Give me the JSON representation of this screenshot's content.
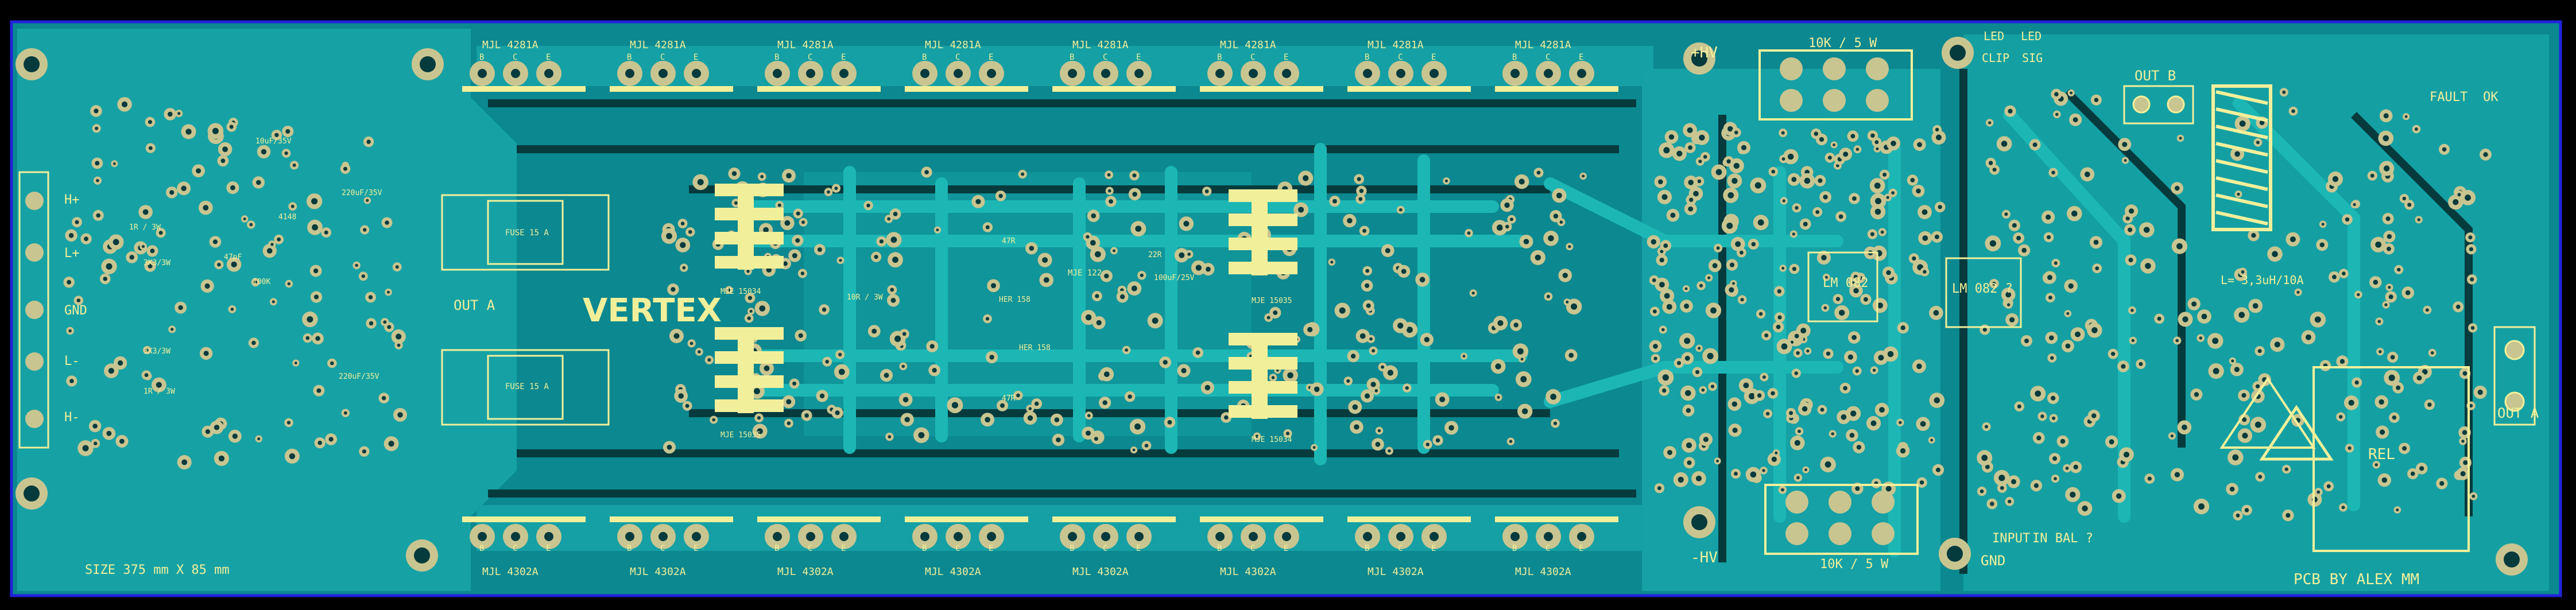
{
  "board": {
    "title": "VERTEX",
    "size_note": "SIZE 375 mm X 85 mm",
    "credit": "PCB BY ALEX MM",
    "fuses": [
      "FUSE 15 A",
      "FUSE 15 A"
    ],
    "out_a_center": "OUT A",
    "out_b": "OUT B",
    "out_a_right": "OUT A",
    "rel": "REL",
    "pos_hv": "+HV",
    "neg_hv": "-HV",
    "res_top": "10K / 5 W",
    "res_bottom": "10K / 5 W",
    "led_top": [
      "LED",
      "LED"
    ],
    "led_bottom": [
      "CLIP",
      "SIG"
    ],
    "fault": "FAULT",
    "ok": "OK",
    "inductor": "L= 3,3uH/10A",
    "input": "INPUT",
    "in_bal": "IN BAL ?",
    "gnd": "GND",
    "left_terminals": [
      "H+",
      "L+",
      "GND",
      "L-",
      "H-"
    ],
    "op_amps": [
      "LM 082",
      "LM 082 ?"
    ],
    "heatsinks_left": [
      "MJE 15034",
      "MJE 15035"
    ],
    "heatsinks_right": [
      "MJE 15035",
      "MJE 15034"
    ],
    "driver_labels": [
      "MJE 122",
      "HER 158",
      "HER 158"
    ],
    "top_transistors": [
      "MJL 4281A",
      "MJL 4281A",
      "MJL 4281A",
      "MJL 4281A",
      "MJL 4281A",
      "MJL 4281A",
      "MJL 4281A",
      "MJL 4281A"
    ],
    "bottom_transistors": [
      "MJL 4302A",
      "MJL 4302A",
      "MJL 4302A",
      "MJL 4302A",
      "MJL 4302A",
      "MJL 4302A",
      "MJL 4302A",
      "MJL 4302A"
    ],
    "pin_labels": [
      "B",
      "C",
      "E"
    ],
    "left_parts": [
      "1R / 3W",
      "3K3/3W",
      "100K",
      "3K3/3W",
      "1R / 3W",
      "10uF/35V",
      "220uF/35V",
      "220uF/35V",
      "4148",
      "47pF"
    ],
    "mid_parts": [
      "47R",
      "47R",
      "10R / 3W",
      "100uF/25V",
      "22R"
    ]
  },
  "colors": {
    "background": "#000000",
    "substrate": "#0e8e95",
    "copper": "#1aa6a6",
    "silkscreen": "#f2ef9a",
    "pad": "#b9b48a",
    "outline": "#1a1ad0"
  }
}
